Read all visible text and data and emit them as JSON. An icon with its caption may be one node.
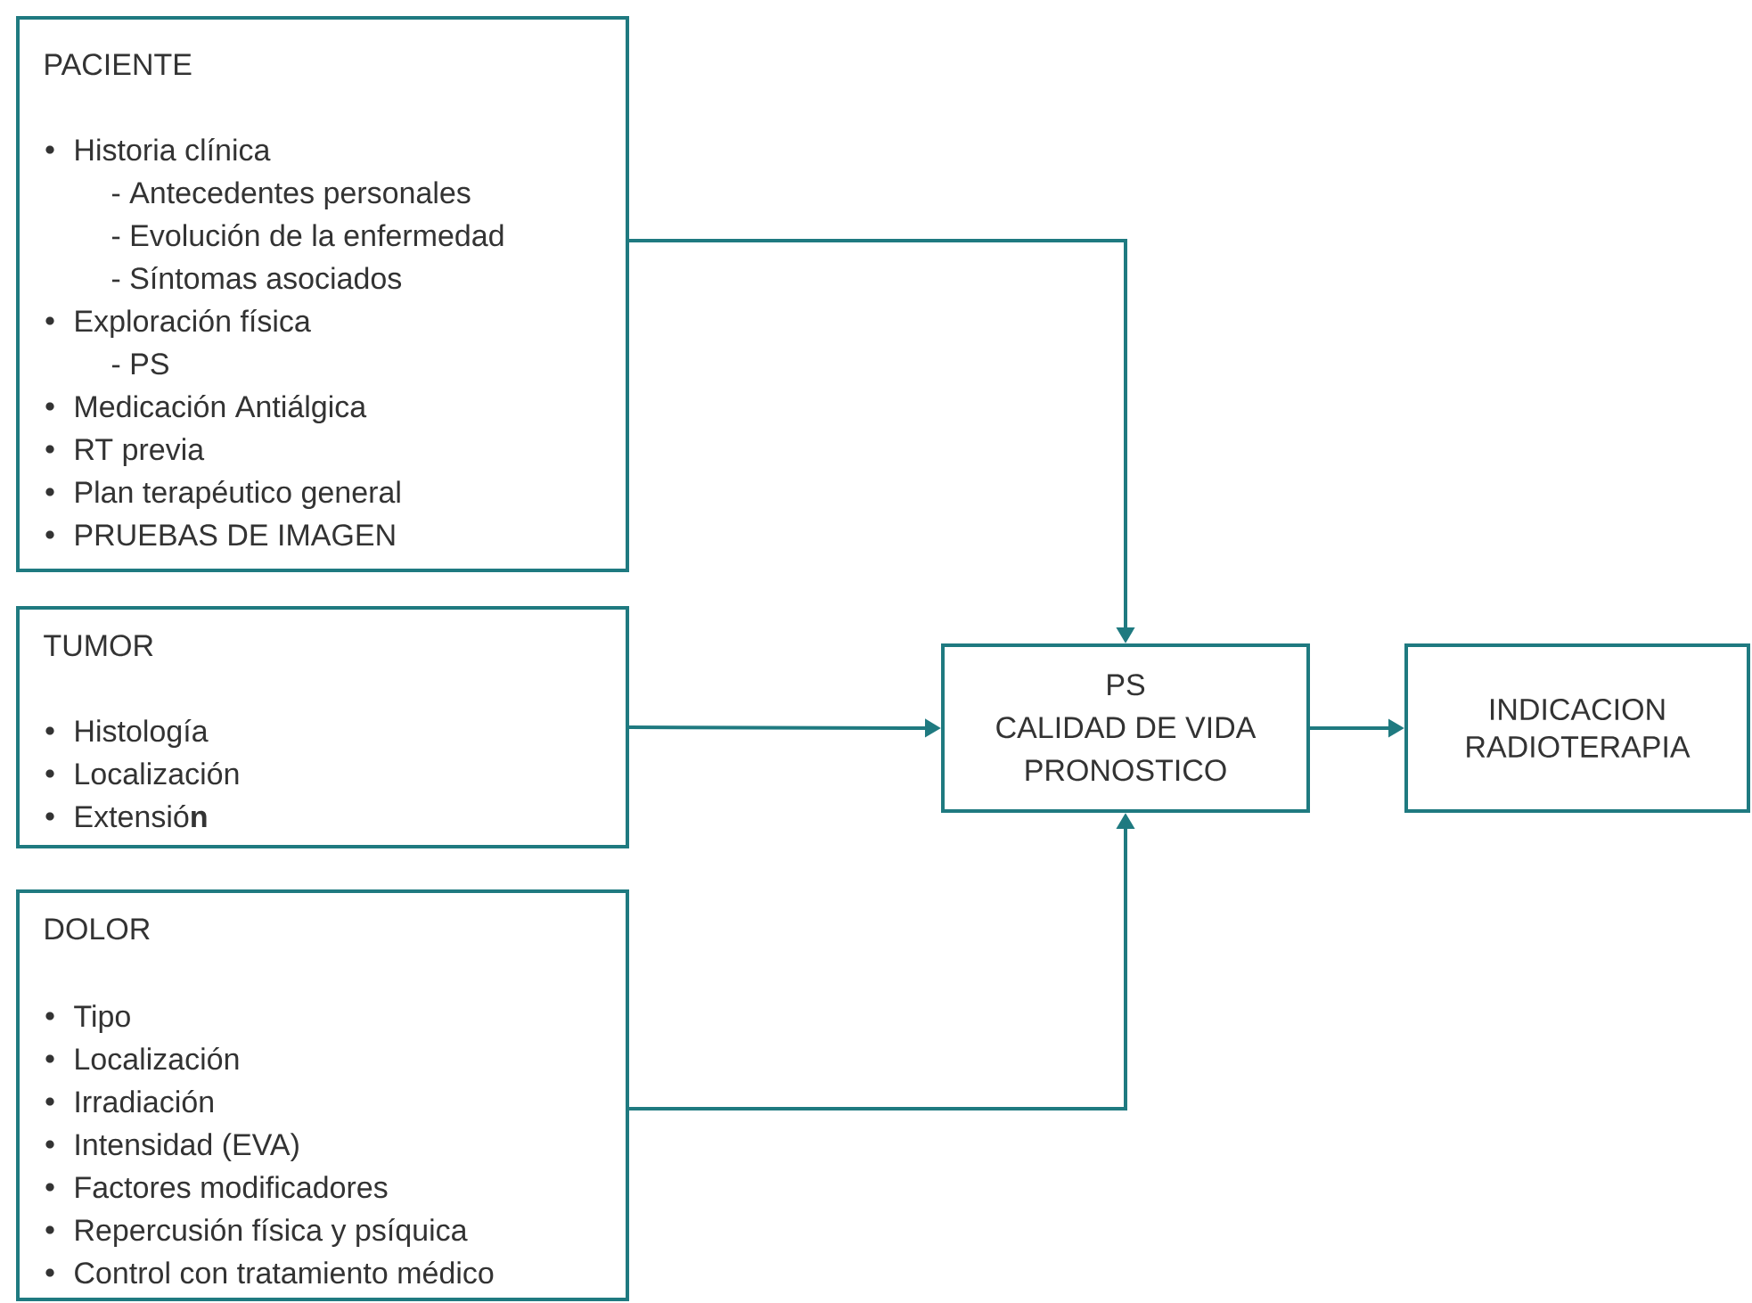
{
  "diagram": {
    "nodes": [
      {
        "text": [
          "PACIENTE",
          "Historia clínica",
          "- Antecedentes personales",
          "- Evolución de la enfermedad",
          "- Síntomas asociados",
          "Exploración física",
          "- PS",
          "Medicación Antiálgica",
          "RT previa",
          "Plan terapéutico general",
          "PRUEBAS DE IMAGEN"
        ]
      },
      {
        "text": [
          "TUMOR",
          "Histología",
          "Localización",
          "Extensió**n**"
        ]
      },
      {
        "text": [
          "DOLOR",
          "Tipo",
          "Localización",
          "Irradiación",
          "Intensidad (EVA)",
          "Factores modificadores",
          "Repercusión física y psíquica",
          "Control con tratamiento médico"
        ]
      },
      {
        "text": [
          "PS",
          "CALIDAD DE VIDA",
          "PRONOSTICO"
        ]
      },
      {
        "text": [
          "INDICACION RADIOTERAPIA"
        ]
      }
    ],
    "edges": [
      {
        "from": 0,
        "to": 3,
        "arrow": "to"
      },
      {
        "from": 1,
        "to": 3,
        "arrow": "to"
      },
      {
        "from": 2,
        "to": 3,
        "arrow": "to"
      },
      {
        "from": 3,
        "to": 4,
        "arrow": "to"
      }
    ]
  }
}
